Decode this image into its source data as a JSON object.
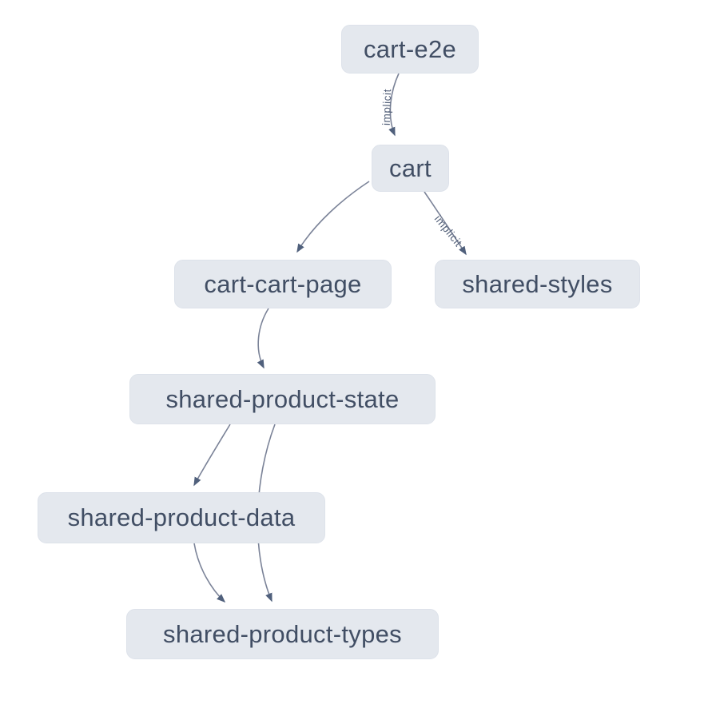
{
  "graph": {
    "kind": "project-dependency-graph",
    "colors": {
      "bg": "#ffffff",
      "node_fill": "#e4e8ee",
      "node_border": "#dde2ea",
      "node_text": "#414e64",
      "edge_color": "#7b8398",
      "arrow_color": "#50607c",
      "edge_label_color": "#525f78"
    }
  },
  "nodes": [
    {
      "id": "cart-e2e",
      "label": "cart-e2e"
    },
    {
      "id": "cart",
      "label": "cart"
    },
    {
      "id": "cart-cart-page",
      "label": "cart-cart-page"
    },
    {
      "id": "shared-styles",
      "label": "shared-styles"
    },
    {
      "id": "shared-product-state",
      "label": "shared-product-state"
    },
    {
      "id": "shared-product-data",
      "label": "shared-product-data"
    },
    {
      "id": "shared-product-types",
      "label": "shared-product-types"
    }
  ],
  "edges": [
    {
      "from": "cart-e2e",
      "to": "cart",
      "label": "implicit"
    },
    {
      "from": "cart",
      "to": "cart-cart-page",
      "label": ""
    },
    {
      "from": "cart",
      "to": "shared-styles",
      "label": "implicit"
    },
    {
      "from": "cart-cart-page",
      "to": "shared-product-state",
      "label": ""
    },
    {
      "from": "shared-product-state",
      "to": "shared-product-data",
      "label": ""
    },
    {
      "from": "shared-product-state",
      "to": "shared-product-types",
      "label": ""
    },
    {
      "from": "shared-product-data",
      "to": "shared-product-types",
      "label": ""
    }
  ]
}
